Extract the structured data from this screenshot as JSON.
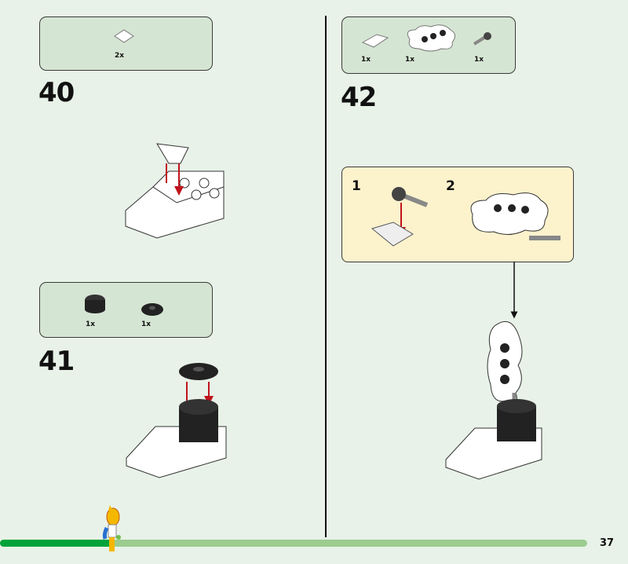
{
  "steps": [
    {
      "number": "40",
      "parts": [
        {
          "name": "slope-tile",
          "qty": "2x"
        }
      ]
    },
    {
      "number": "41",
      "parts": [
        {
          "name": "round-brick-2x2",
          "qty": "1x"
        },
        {
          "name": "round-tile-2x2",
          "qty": "1x"
        }
      ]
    },
    {
      "number": "42",
      "parts": [
        {
          "name": "inverted-slope-plate",
          "qty": "1x"
        },
        {
          "name": "cloud-plate",
          "qty": "1x"
        },
        {
          "name": "ball-joint-arm",
          "qty": "1x"
        }
      ],
      "substeps": [
        "1",
        "2"
      ]
    }
  ],
  "footer": {
    "page_number": "37",
    "progress": 0.19
  },
  "colors": {
    "background": "#e8f2e8",
    "partbox": "#d5e5d3",
    "callout": "#fcf2cc",
    "arrow": "#c0141c",
    "progress_fill": "#00a33a",
    "progress_track": "#9ccc90"
  }
}
